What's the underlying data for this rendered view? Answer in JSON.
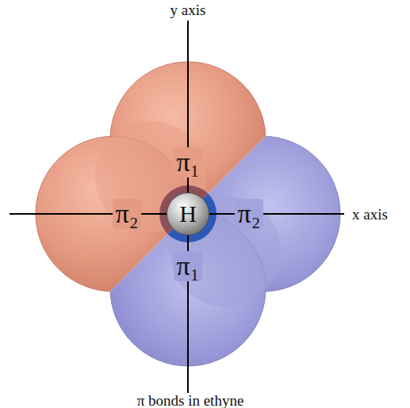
{
  "diagram": {
    "caption": "π bonds in ethyne",
    "nodes": [
      {
        "text": [
          "H"
        ]
      }
    ],
    "labels": [
      "y axis",
      "π₁",
      "π₂",
      "π₂",
      "π₁",
      "x axis"
    ]
  }
}
